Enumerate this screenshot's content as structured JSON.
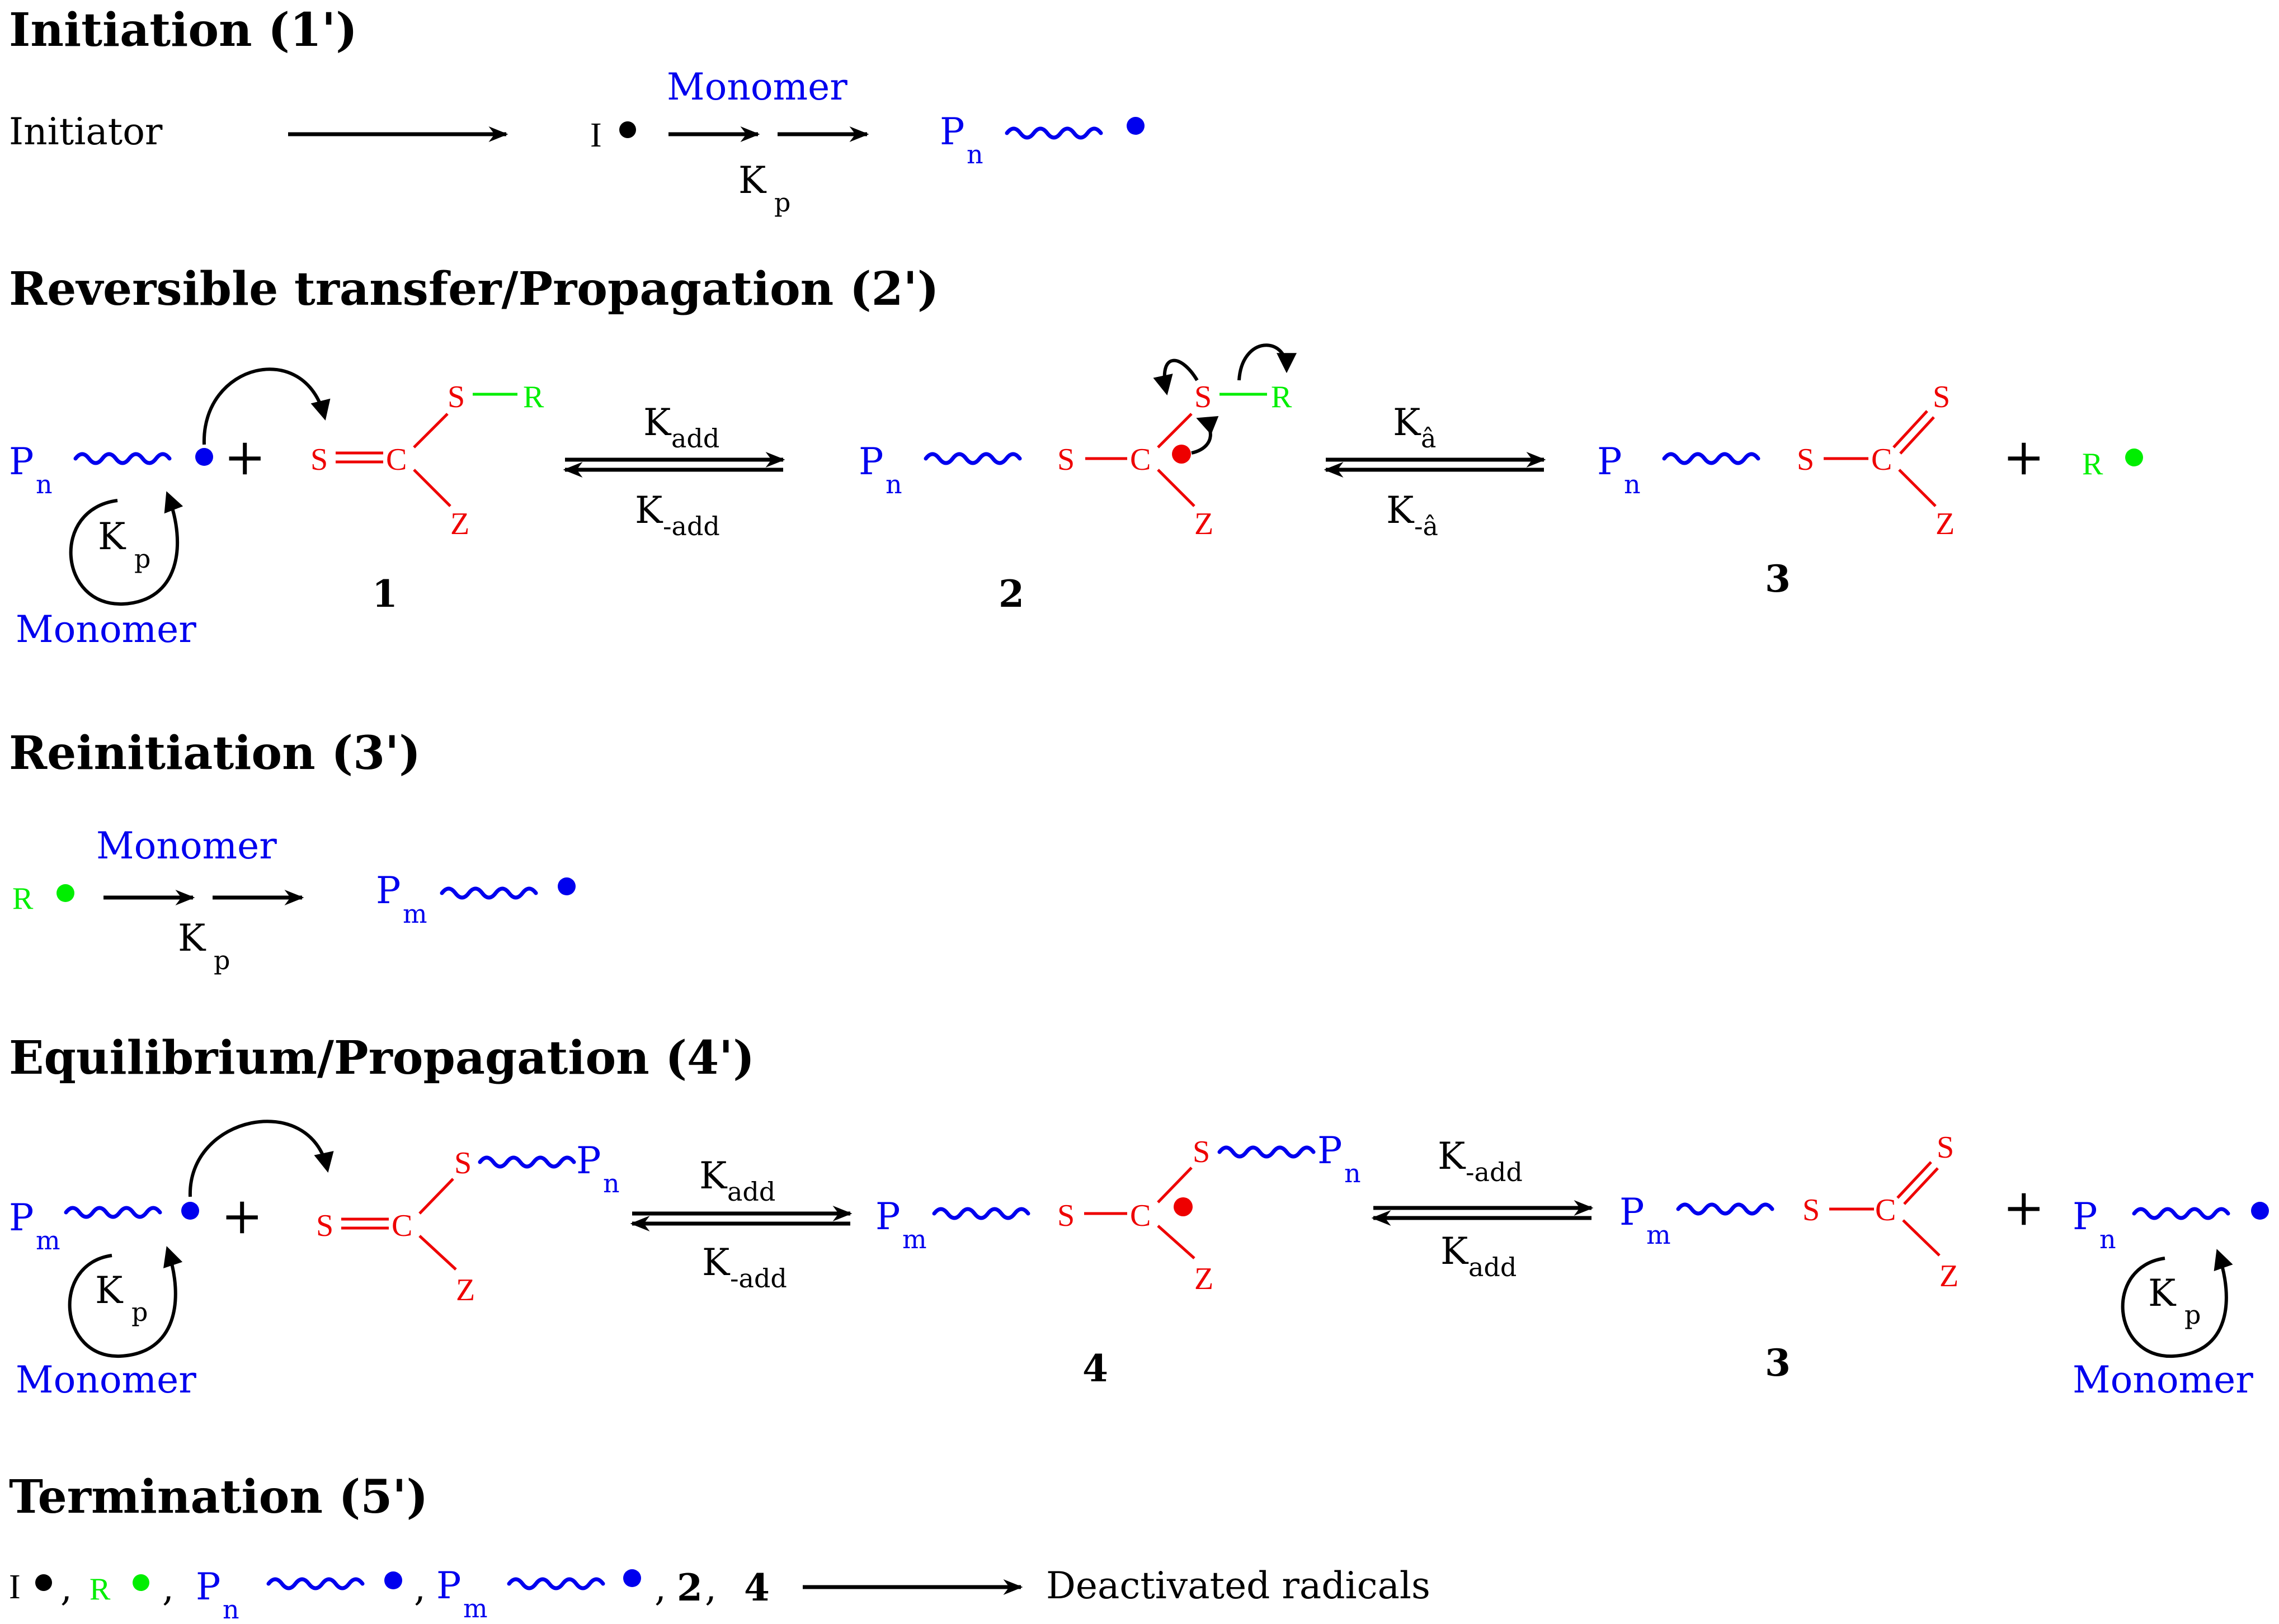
{
  "sections": {
    "initiation": "Initiation (1')",
    "reversible": "Reversible transfer/Propagation (2')",
    "reinitiation": "Reinitiation (3')",
    "equilibrium": "Equilibrium/Propagation (4')",
    "termination": "Termination (5')"
  },
  "species": {
    "initiator": "Initiator",
    "monomer": "Monomer",
    "I": "I",
    "P": "P",
    "n": "n",
    "m": "m",
    "K": "K",
    "p": "p",
    "S": "S",
    "C": "C",
    "Z": "Z",
    "R": "R",
    "plus": "+",
    "comma": ","
  },
  "rates": {
    "add": "add",
    "minus_add": "-add",
    "beta": "â",
    "minus_beta": "-â"
  },
  "compounds": {
    "c1": "1",
    "c2": "2",
    "c3": "3",
    "c4": "4"
  },
  "termination_product": "Deactivated radicals",
  "colors": {
    "black": "#000000",
    "blue": "#0000ee",
    "red": "#ee0000",
    "green": "#00ee00"
  }
}
